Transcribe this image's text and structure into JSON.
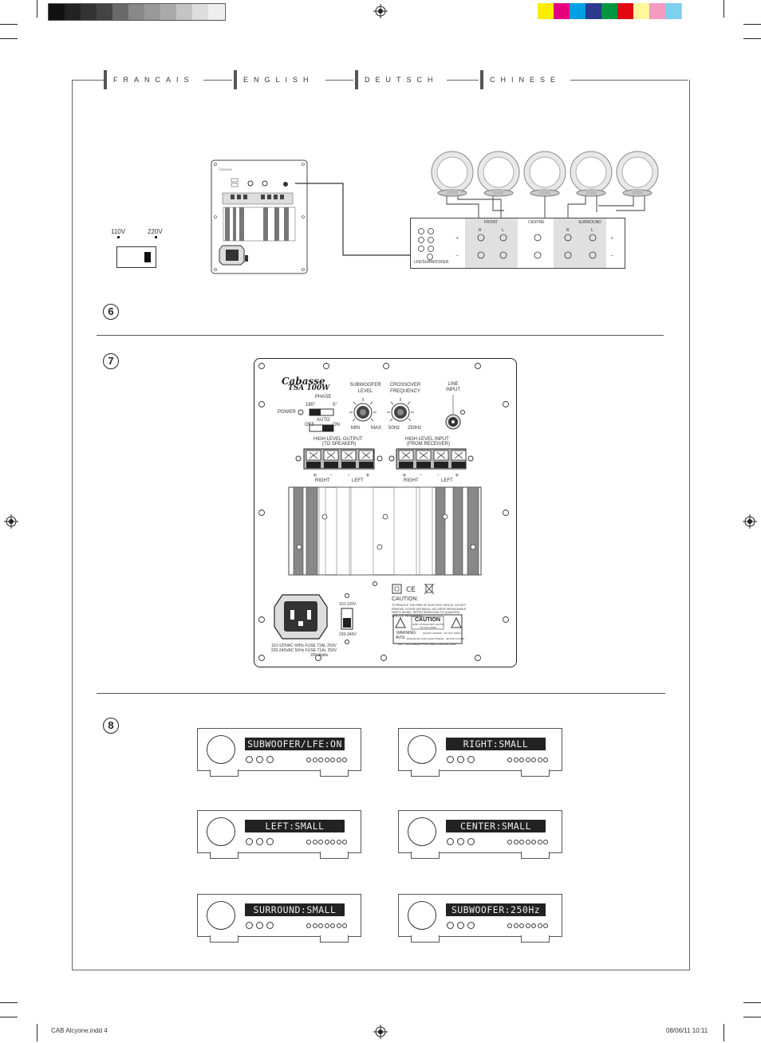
{
  "colors": {
    "grays": [
      "#111111",
      "#222222",
      "#333333",
      "#444444",
      "#6a6a6a",
      "#888888",
      "#999999",
      "#aaaaaa",
      "#c4c4c4",
      "#dddddd",
      "#eeeeee"
    ],
    "process": [
      "#ffed00",
      "#e6007e",
      "#009fe3",
      "#2a3a8f",
      "#00963f",
      "#e30613",
      "#fff799",
      "#f49ac1",
      "#7fcfee"
    ]
  },
  "tabs": [
    {
      "label": "FRANCAIS"
    },
    {
      "label": "ENGLISH"
    },
    {
      "label": "DEUTSCH"
    },
    {
      "label": "CHINESE"
    }
  ],
  "fig6": {
    "number": "6",
    "voltage_low": "110V",
    "voltage_high": "220V",
    "receiver_groups": {
      "front": "FRONT",
      "centre": "CENTRE",
      "surround": "SURROUND"
    },
    "receiver_lfe": "LFE/SUBWOOFER",
    "receiver_labels": {
      "r": "R",
      "l": "L",
      "plus": "+",
      "minus": "−"
    }
  },
  "fig7": {
    "number": "7",
    "brand": "Cabasse",
    "model": "TSA 100W",
    "power": "POWER",
    "phase": "PHASE",
    "phase_180": "180°",
    "phase_0": "0°",
    "auto": "AUTO",
    "off": "OFF",
    "on": "ON",
    "sub_level": "SUBWOOFER LEVEL",
    "min": "MIN",
    "max": "MAX",
    "crossover": "CROSSOVER FREQUENCY",
    "f_low": "50Hz",
    "f_high": "250Hz",
    "line_input": "LINE INPUT",
    "hl_out": "HIGH LEVEL OUTPUT",
    "hl_out_sub": "(TO SPEAKER)",
    "hl_in": "HIGH LEVEL INPUT",
    "hl_in_sub": "(FROM RECEIVER)",
    "right": "RIGHT",
    "left": "LEFT",
    "v110": "110-120V",
    "v220": "220-240V",
    "fuse1": "110-120VAC 60Hz FUSE T2AL 250V",
    "fuse2": "220-240VAC 50Hz FUSE T1AL 250V",
    "watts": "200 Watts",
    "caution": "CAUTION:",
    "caution_text": "TO REDUCE THE RISK OF ELECTRIC SHOCK, DO NOT REMOVE COVER (OR BACK). NO USER SERVICEABLE PARTS INSIDE. REFER SERVICING TO QUALIFIED SERVICE PERSONNEL.",
    "caution_box": "CAUTION",
    "caution_box_sub": "RISK OF ELECTRIC SHOCK DO NOT OPEN",
    "warning": "WARNING:",
    "warning_text": "SHOCK HAZARD - DO NOT OPEN",
    "avis": "AVIS:",
    "avis_text": "RISQUE DE CHOC ELECTRIQUE - NE PAS OUVRIR",
    "wall": "NOT SUITABLE FOR WALL MOUNTING"
  },
  "fig8": {
    "number": "8",
    "displays": [
      "SUBWOOFER/LFE:ON",
      "RIGHT:SMALL",
      "LEFT:SMALL",
      "CENTER:SMALL",
      "SURROUND:SMALL",
      "SUBWOOFER:250Hz"
    ]
  },
  "footer": {
    "file": "CAB Alcyone.indd   4",
    "date": "08/06/11   10:11"
  }
}
